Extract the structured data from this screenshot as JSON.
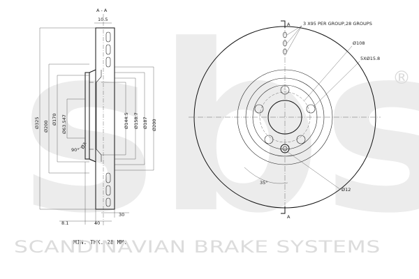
{
  "drawing": {
    "section_label": "A - A",
    "section_marker_top": "A",
    "section_marker_bottom": "A",
    "registered_mark": "®",
    "watermark": "sbs",
    "brand_line": "SCANDINAVIAN BRAKE SYSTEMS",
    "min_thickness_note": "MIN. THK. 28 MM.",
    "side_view": {
      "dim_top_width": "10.5",
      "dim_overall_dia": "Ø325",
      "dim_200": "Ø200",
      "dim_170": "Ø170",
      "dim_hub": "Ø63.547",
      "dim_angle": "90°",
      "dim_small": "Ø7",
      "dim_1445": "Ø144.5",
      "dim_1587": "Ø158.7",
      "dim_187": "Ø187",
      "dim_200b": "Ø200",
      "dim_30": "30",
      "dim_81": "8.1",
      "dim_40": "40"
    },
    "front_view": {
      "note_groups": "3 X95 PER GROUP,28 GROUPS",
      "dim_pcd": "Ø108",
      "dim_holes": "5XØ15.8",
      "dim_angle": "35°",
      "dim_small_hole": "Ø12"
    }
  }
}
